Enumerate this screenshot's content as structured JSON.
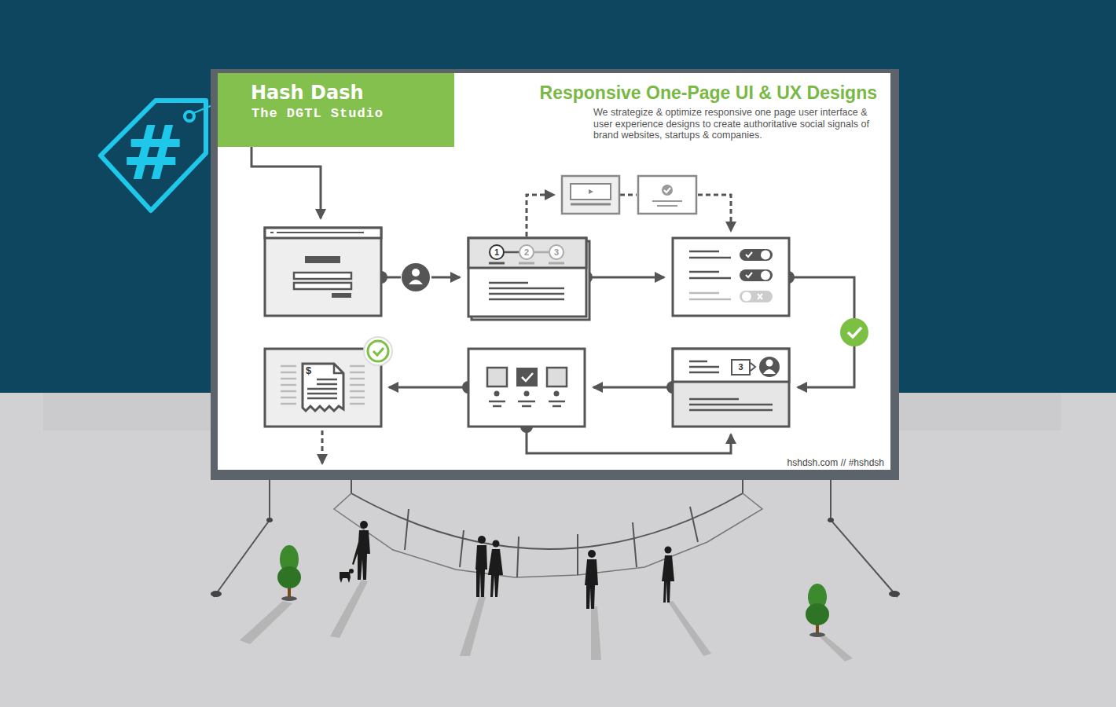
{
  "diagram": {
    "title": "Responsive One-Page UI & UX Designs",
    "nodes": [
      {
        "text": [
          "Hash Dash",
          "The DGTL Studio"
        ]
      },
      {
        "text": [
          "1"
        ]
      },
      {
        "text": [
          "2"
        ]
      },
      {
        "text": [
          "3"
        ]
      },
      {
        "text": [
          "3"
        ]
      },
      {
        "text": [
          "$"
        ]
      }
    ],
    "edges": [
      {
        "from": 1,
        "to": 2,
        "arrow": "none"
      },
      {
        "from": 2,
        "to": 3,
        "arrow": "none"
      }
    ],
    "labels": [
      "We strategize & optimize responsive one page user interface & user experience designs to create authoritative social signals of brand websites, startups & companies.",
      "hshdsh.com // #hshdsh",
      "#"
    ]
  }
}
